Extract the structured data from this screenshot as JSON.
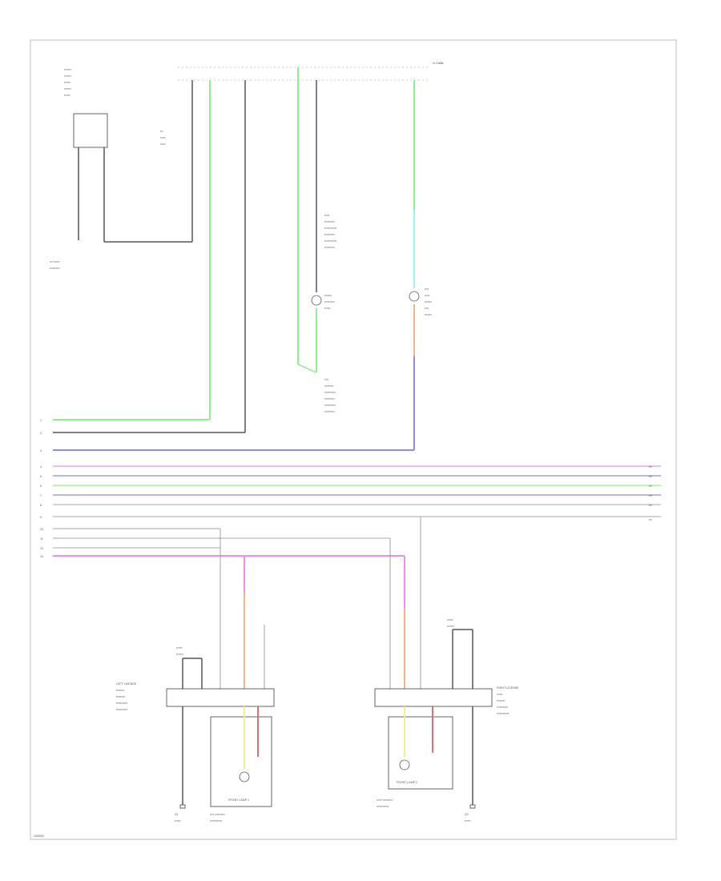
{
  "footer": {
    "code": "U00000"
  },
  "colors": {
    "green": "#8cf08c",
    "black": "#555555",
    "blue": "#8c8cf0",
    "pink": "#f08cf0",
    "cyan": "#9ff0f0",
    "yellow": "#f0f08c",
    "orange": "#f0b48c",
    "red": "#e07070",
    "white": "#dddddd"
  },
  "labels": {
    "top_right": "X-CABL",
    "ground_left": "G1",
    "ground_right": "G2",
    "left_module": "LEFT LICENSE",
    "right_module": "RIGHT LICENSE",
    "lamp_box_left": "FRONT LAMP 1",
    "lamp_box_right": "FRONT LAMP 2"
  }
}
